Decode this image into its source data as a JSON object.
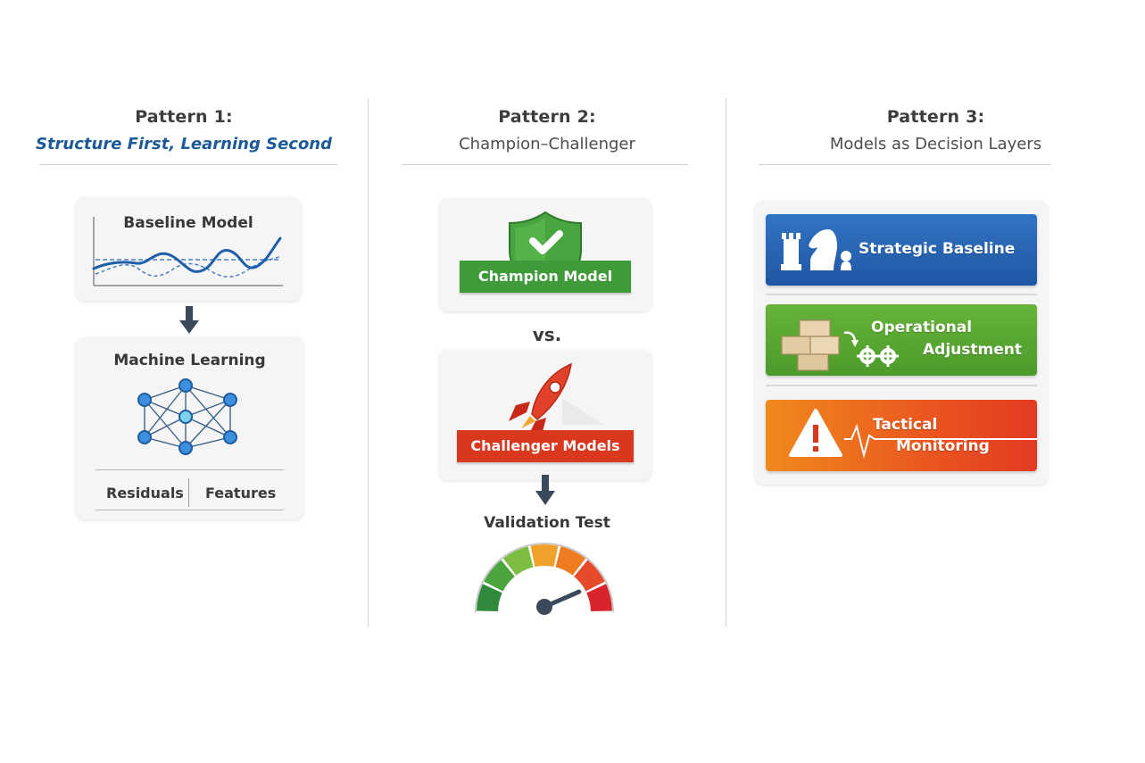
{
  "patterns": [
    {
      "title": "Pattern 1:",
      "subtitle": "Structure First, Learning Second",
      "baseline_card": {
        "title": "Baseline Model"
      },
      "ml_card": {
        "title": "Machine Learning",
        "footer_left": "Residuals",
        "footer_right": "Features"
      }
    },
    {
      "title": "Pattern 2:",
      "subtitle": "Champion–Challenger",
      "champion": {
        "label": "Champion Model"
      },
      "vs": "vs.",
      "challenger": {
        "label": "Challenger Models"
      },
      "validation": {
        "title": "Validation Test",
        "needle_level": 0.8
      }
    },
    {
      "title": "Pattern 3:",
      "subtitle": "Models as Decision Layers",
      "layers": [
        {
          "line1": "Strategic Baseline",
          "line2": ""
        },
        {
          "line1": "Operational",
          "line2": "Adjustment"
        },
        {
          "line1": "Tactical",
          "line2": "Monitoring"
        }
      ]
    }
  ],
  "colors": {
    "blue_accent": "#1d5a9a",
    "champion_green": "#3f9a3a",
    "challenger_red": "#d9381e",
    "strategic_blue": "#2a65b5",
    "operational_green": "#5aa72f",
    "tactical_orange": "#ee6a1c"
  }
}
